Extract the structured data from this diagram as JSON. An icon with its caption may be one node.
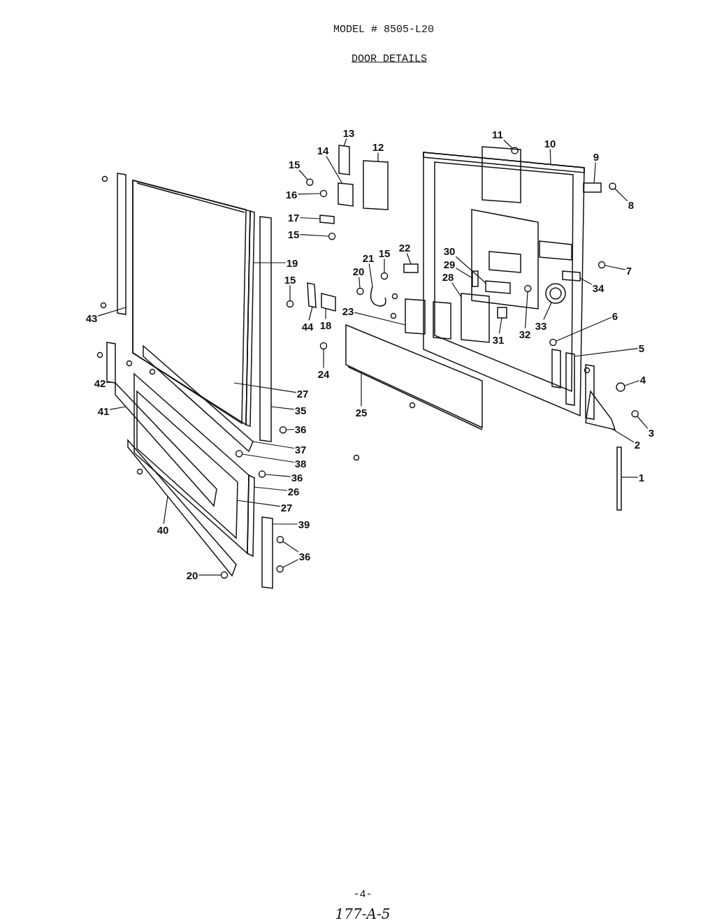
{
  "diagram": {
    "title": "MODEL # 8505-L20",
    "nodes": [
      {
        "text": [
          "13"
        ]
      },
      {
        "text": [
          "11"
        ]
      },
      {
        "text": [
          "10"
        ]
      },
      {
        "text": [
          "12"
        ]
      },
      {
        "text": [
          "14"
        ]
      },
      {
        "text": [
          "9"
        ]
      },
      {
        "text": [
          "15"
        ]
      },
      {
        "text": [
          "16"
        ]
      },
      {
        "text": [
          "8"
        ]
      },
      {
        "text": [
          "17"
        ]
      },
      {
        "text": [
          "15"
        ]
      },
      {
        "text": [
          "22"
        ]
      },
      {
        "text": [
          "30"
        ]
      },
      {
        "text": [
          "15"
        ]
      },
      {
        "text": [
          "21"
        ]
      },
      {
        "text": [
          "19"
        ]
      },
      {
        "text": [
          "29"
        ]
      },
      {
        "text": [
          "7"
        ]
      },
      {
        "text": [
          "20"
        ]
      },
      {
        "text": [
          "28"
        ]
      },
      {
        "text": [
          "15"
        ]
      },
      {
        "text": [
          "34"
        ]
      },
      {
        "text": [
          "23"
        ]
      },
      {
        "text": [
          "6"
        ]
      },
      {
        "text": [
          "43"
        ]
      },
      {
        "text": [
          "18"
        ]
      },
      {
        "text": [
          "44"
        ]
      },
      {
        "text": [
          "33"
        ]
      },
      {
        "text": [
          "32"
        ]
      },
      {
        "text": [
          "31"
        ]
      },
      {
        "text": [
          "5"
        ]
      },
      {
        "text": [
          "24"
        ]
      },
      {
        "text": [
          "4"
        ]
      },
      {
        "text": [
          "42"
        ]
      },
      {
        "text": [
          "27"
        ]
      },
      {
        "text": [
          "35"
        ]
      },
      {
        "text": [
          "41"
        ]
      },
      {
        "text": [
          "25"
        ]
      },
      {
        "text": [
          "36"
        ]
      },
      {
        "text": [
          "3"
        ]
      },
      {
        "text": [
          "2"
        ]
      },
      {
        "text": [
          "37"
        ]
      },
      {
        "text": [
          "38"
        ]
      },
      {
        "text": [
          "1"
        ]
      },
      {
        "text": [
          "36"
        ]
      },
      {
        "text": [
          "26"
        ]
      },
      {
        "text": [
          "27"
        ]
      },
      {
        "text": [
          "39"
        ]
      },
      {
        "text": [
          "40"
        ]
      },
      {
        "text": [
          "36"
        ]
      },
      {
        "text": [
          "20"
        ]
      },
      {
        "text": [],
        "shape": "box"
      },
      {
        "text": [],
        "shape": "circle"
      },
      {
        "text": [],
        "shape": "box"
      },
      {
        "text": [],
        "shape": "box"
      },
      {
        "text": [],
        "shape": "box"
      },
      {
        "text": [],
        "shape": "box"
      },
      {
        "text": [],
        "shape": "circle"
      },
      {
        "text": [],
        "shape": "circle"
      },
      {
        "text": [],
        "shape": "circle"
      },
      {
        "text": [],
        "shape": "box"
      },
      {
        "text": [],
        "shape": "circle"
      },
      {
        "text": [],
        "shape": "box"
      },
      {
        "text": [],
        "shape": "box"
      },
      {
        "text": [],
        "shape": "circle"
      },
      {
        "text": [],
        "shape": "box"
      },
      {
        "text": [],
        "shape": "box"
      },
      {
        "text": [],
        "shape": "box"
      },
      {
        "text": [],
        "shape": "circle"
      },
      {
        "text": [],
        "shape": "circle"
      },
      {
        "text": [],
        "shape": "box"
      },
      {
        "text": [],
        "shape": "circle"
      },
      {
        "text": [],
        "shape": "box"
      },
      {
        "text": [],
        "shape": "box"
      },
      {
        "text": [],
        "shape": "circle"
      },
      {
        "text": [],
        "shape": "box"
      },
      {
        "text": [],
        "shape": "box"
      },
      {
        "text": [],
        "shape": "box"
      },
      {
        "text": [],
        "shape": "circle"
      },
      {
        "text": [],
        "shape": "circle"
      },
      {
        "text": [],
        "shape": "box"
      },
      {
        "text": [],
        "shape": "box"
      },
      {
        "text": [],
        "shape": "circle"
      },
      {
        "text": [],
        "shape": "circle"
      },
      {
        "text": [],
        "shape": "box"
      },
      {
        "text": [],
        "shape": "box"
      },
      {
        "text": [],
        "shape": "box"
      },
      {
        "text": [],
        "shape": "box"
      },
      {
        "text": [],
        "shape": "box"
      },
      {
        "text": [],
        "shape": "circle"
      },
      {
        "text": [],
        "shape": "circle"
      },
      {
        "text": [],
        "shape": "box"
      },
      {
        "text": [],
        "shape": "box"
      },
      {
        "text": [],
        "shape": "circle"
      },
      {
        "text": [],
        "shape": "box"
      },
      {
        "text": [],
        "shape": "circle"
      },
      {
        "text": [],
        "shape": "box"
      },
      {
        "text": [],
        "shape": "box"
      },
      {
        "text": [],
        "shape": "box"
      },
      {
        "text": [],
        "shape": "box"
      },
      {
        "text": [],
        "shape": "circle"
      },
      {
        "text": [],
        "shape": "circle"
      },
      {
        "text": [],
        "shape": "circle"
      }
    ],
    "edges": [
      {
        "from": 0,
        "to": 51,
        "arrow": "none"
      },
      {
        "from": 1,
        "to": 52,
        "arrow": "none"
      },
      {
        "from": 2,
        "to": 53,
        "arrow": "none"
      },
      {
        "from": 3,
        "to": 54,
        "arrow": "none"
      },
      {
        "from": 4,
        "to": 55,
        "arrow": "none"
      },
      {
        "from": 5,
        "to": 56,
        "arrow": "none"
      },
      {
        "from": 6,
        "to": 57,
        "arrow": "none"
      },
      {
        "from": 7,
        "to": 58,
        "arrow": "none"
      },
      {
        "from": 8,
        "to": 59,
        "arrow": "none"
      },
      {
        "from": 9,
        "to": 60,
        "arrow": "none"
      },
      {
        "from": 10,
        "to": 61,
        "arrow": "none"
      },
      {
        "from": 11,
        "to": 62,
        "arrow": "none"
      },
      {
        "from": 12,
        "to": 63,
        "arrow": "none"
      },
      {
        "from": 13,
        "to": 64,
        "arrow": "none"
      },
      {
        "from": 14,
        "to": 65,
        "arrow": "none"
      },
      {
        "from": 15,
        "to": 66,
        "arrow": "none"
      },
      {
        "from": 16,
        "to": 67,
        "arrow": "none"
      },
      {
        "from": 17,
        "to": 68,
        "arrow": "none"
      },
      {
        "from": 18,
        "to": 69,
        "arrow": "none"
      },
      {
        "from": 19,
        "to": 70,
        "arrow": "none"
      },
      {
        "from": 20,
        "to": 71,
        "arrow": "none"
      },
      {
        "from": 21,
        "to": 72,
        "arrow": "none"
      },
      {
        "from": 22,
        "to": 73,
        "arrow": "none"
      },
      {
        "from": 23,
        "to": 74,
        "arrow": "none"
      },
      {
        "from": 24,
        "to": 75,
        "arrow": "none"
      },
      {
        "from": 25,
        "to": 76,
        "arrow": "none"
      },
      {
        "from": 26,
        "to": 77,
        "arrow": "none"
      },
      {
        "from": 27,
        "to": 78,
        "arrow": "none"
      },
      {
        "from": 28,
        "to": 79,
        "arrow": "none"
      },
      {
        "from": 29,
        "to": 80,
        "arrow": "none"
      },
      {
        "from": 30,
        "to": 81,
        "arrow": "none"
      },
      {
        "from": 31,
        "to": 82,
        "arrow": "none"
      },
      {
        "from": 32,
        "to": 83,
        "arrow": "none"
      },
      {
        "from": 33,
        "to": 84,
        "arrow": "none"
      },
      {
        "from": 34,
        "to": 85,
        "arrow": "none"
      },
      {
        "from": 35,
        "to": 86,
        "arrow": "none"
      },
      {
        "from": 36,
        "to": 87,
        "arrow": "none"
      },
      {
        "from": 37,
        "to": 88,
        "arrow": "none"
      },
      {
        "from": 38,
        "to": 89,
        "arrow": "none"
      },
      {
        "from": 39,
        "to": 90,
        "arrow": "none"
      },
      {
        "from": 40,
        "to": 91,
        "arrow": "none"
      },
      {
        "from": 41,
        "to": 92,
        "arrow": "none"
      },
      {
        "from": 42,
        "to": 93,
        "arrow": "none"
      },
      {
        "from": 43,
        "to": 94,
        "arrow": "none"
      },
      {
        "from": 44,
        "to": 95,
        "arrow": "none"
      },
      {
        "from": 45,
        "to": 96,
        "arrow": "none"
      },
      {
        "from": 46,
        "to": 97,
        "arrow": "none"
      },
      {
        "from": 47,
        "to": 98,
        "arrow": "none"
      },
      {
        "from": 48,
        "to": 99,
        "arrow": "none"
      },
      {
        "from": 49,
        "to": 100,
        "arrow": "none"
      },
      {
        "from": 50,
        "to": 101,
        "arrow": "none"
      },
      {
        "from": 49,
        "to": 102,
        "arrow": "none"
      }
    ],
    "labels": [
      "DOOR DETAILS",
      "-4-",
      "177-A-5"
    ]
  }
}
